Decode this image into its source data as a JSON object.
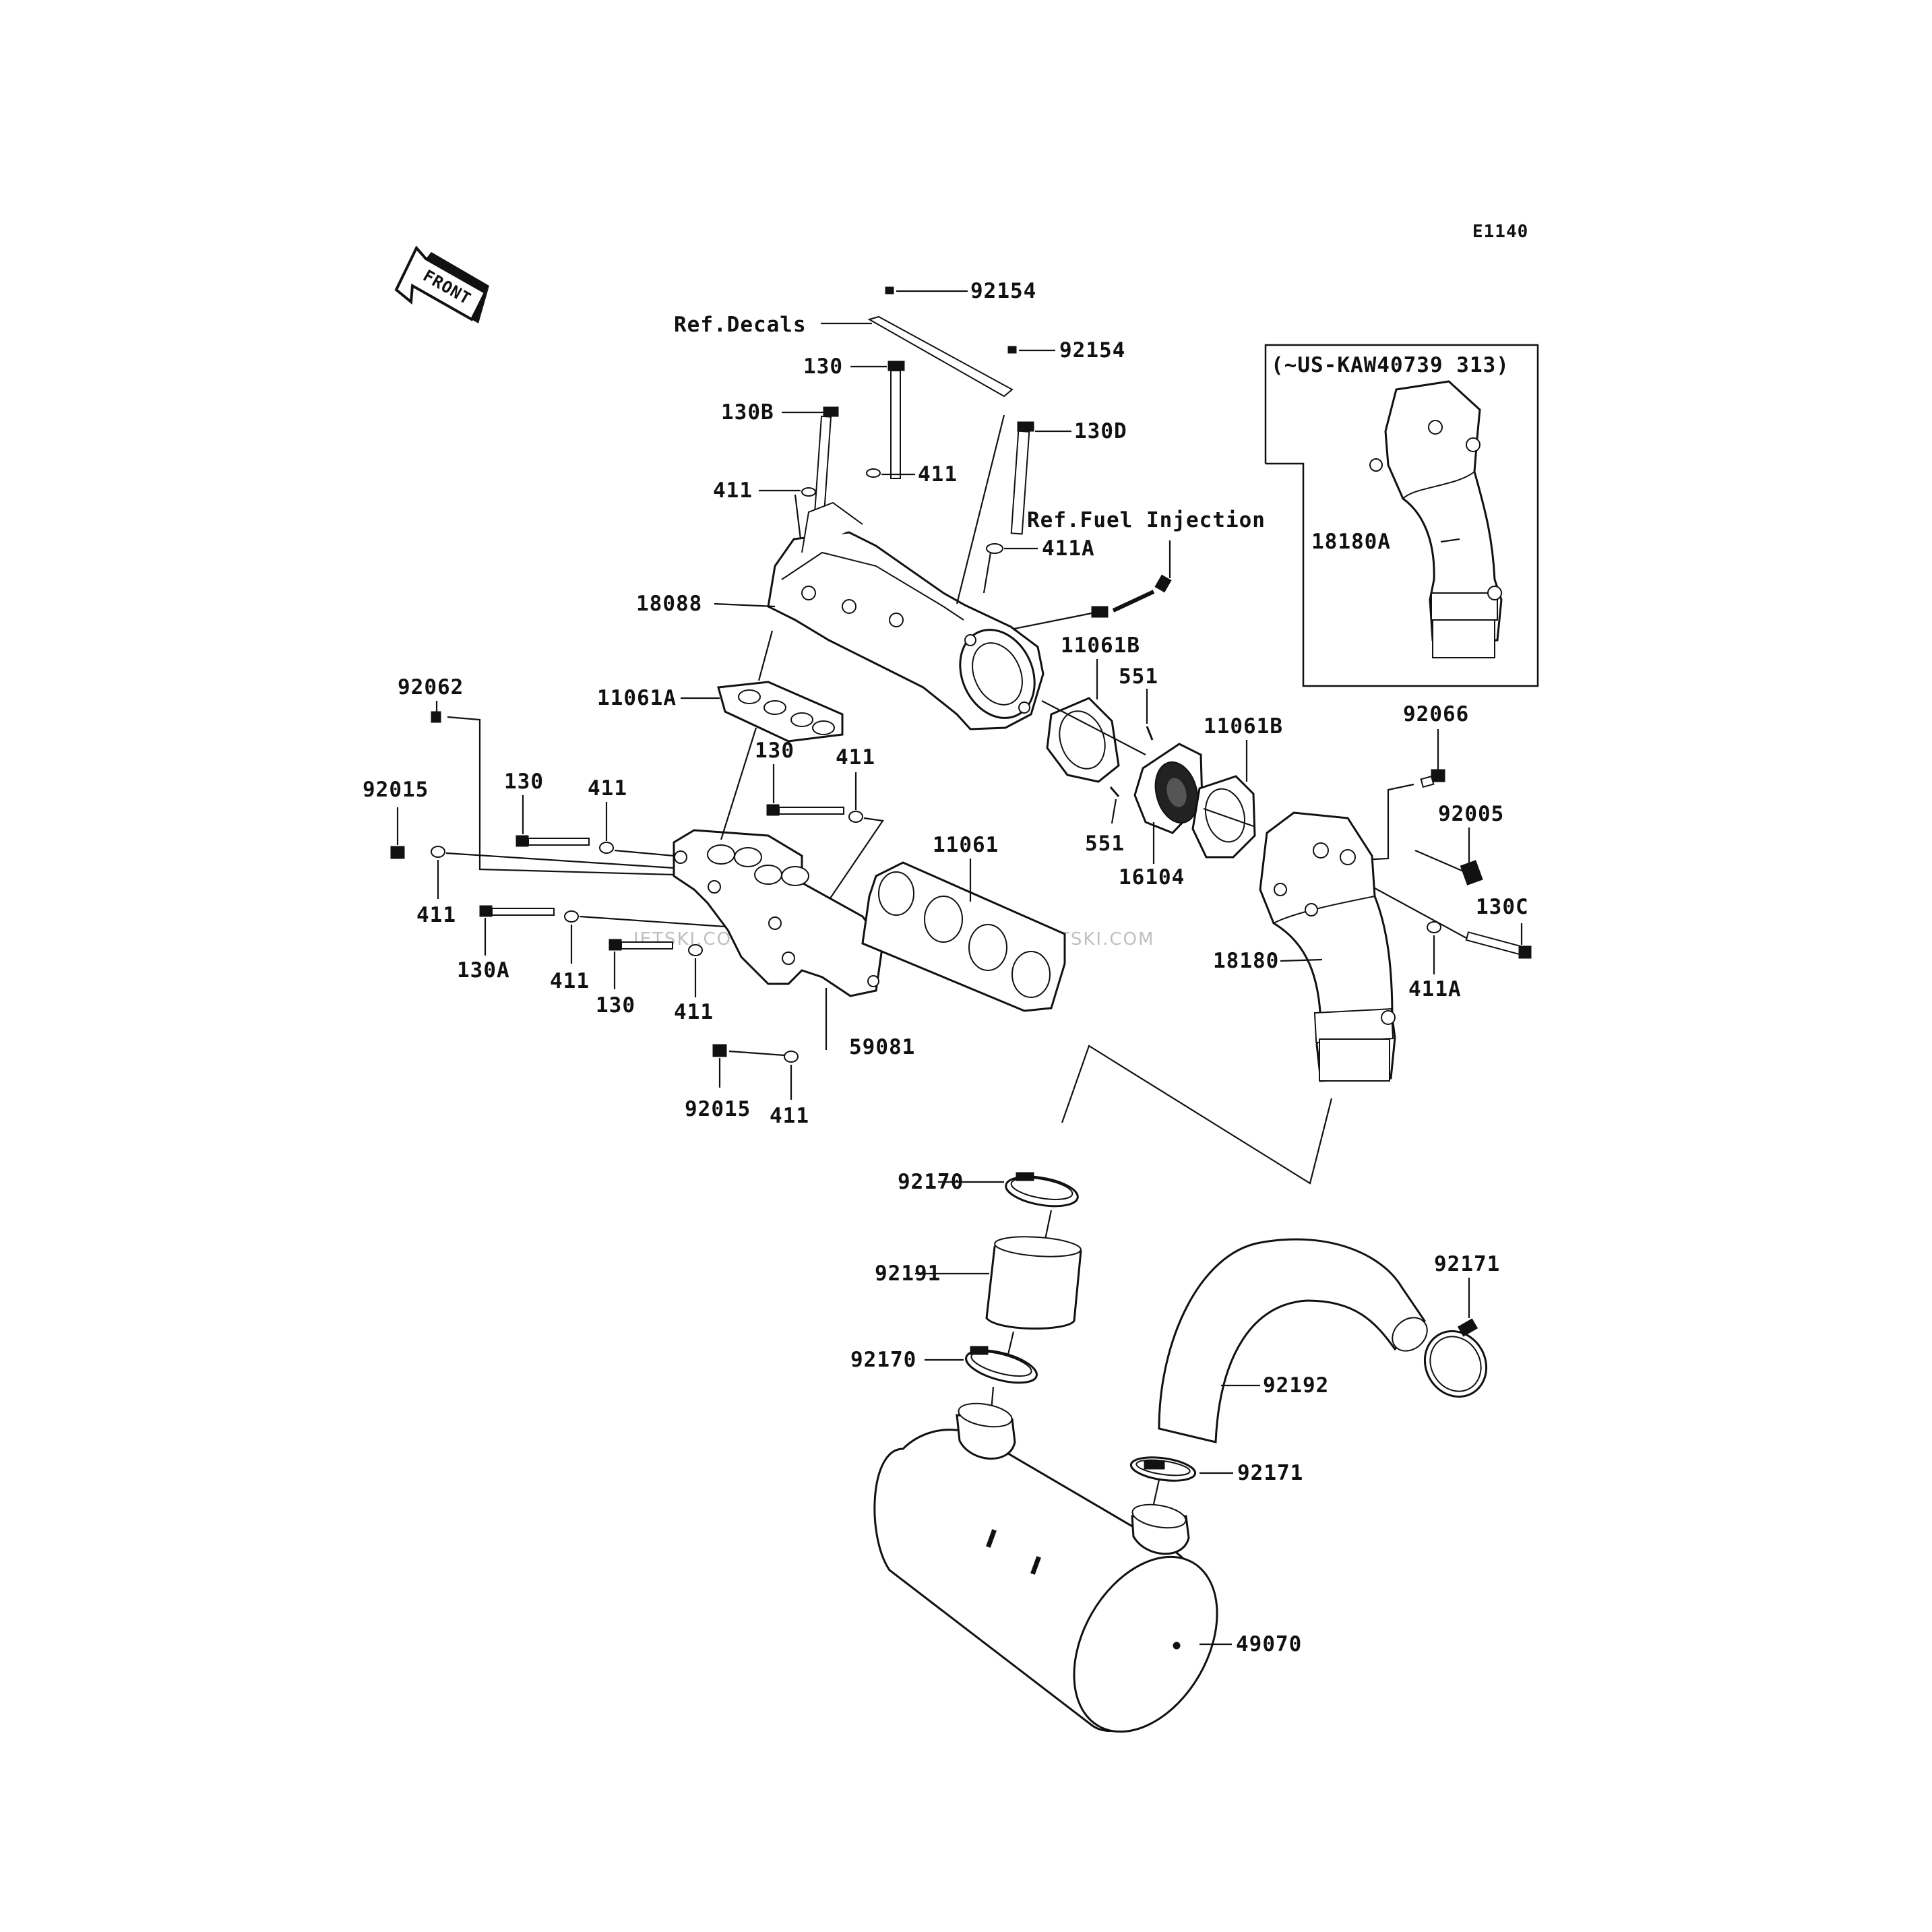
{
  "diagram_code": "E1140",
  "front_label": "FRONT",
  "inset_label": "(~US-KAW40739 313)",
  "watermark": "JETSKI.COM PROMO-JETSKI.COM PROMO-JETSKI.COM",
  "refs": {
    "decals": "Ref.Decals",
    "fuel_injection": "Ref.Fuel Injection"
  },
  "callouts": {
    "p92154_a": "92154",
    "p92154_b": "92154",
    "p130_top": "130",
    "p130B": "130B",
    "p130D": "130D",
    "p411_a": "411",
    "p411_b": "411",
    "p411A_top": "411A",
    "p18088": "18088",
    "p18180A": "18180A",
    "p11061A": "11061A",
    "p11061B_a": "11061B",
    "p11061B_b": "11061B",
    "p551_a": "551",
    "p551_b": "551",
    "p16104": "16104",
    "p92062": "92062",
    "p92015_a": "92015",
    "p130_mid": "130",
    "p411_mid": "411",
    "p130_left": "130",
    "p411_left": "411",
    "p411_c": "411",
    "p130A": "130A",
    "p411_d": "411",
    "p130_low": "130",
    "p411_e": "411",
    "p11061": "11061",
    "p59081": "59081",
    "p92015_b": "92015",
    "p411_f": "411",
    "p92066": "92066",
    "p92005": "92005",
    "p130C": "130C",
    "p18180": "18180",
    "p411A_right": "411A",
    "p92170_a": "92170",
    "p92191": "92191",
    "p92170_b": "92170",
    "p92171_a": "92171",
    "p92192": "92192",
    "p92171_b": "92171",
    "p49070": "49070"
  }
}
